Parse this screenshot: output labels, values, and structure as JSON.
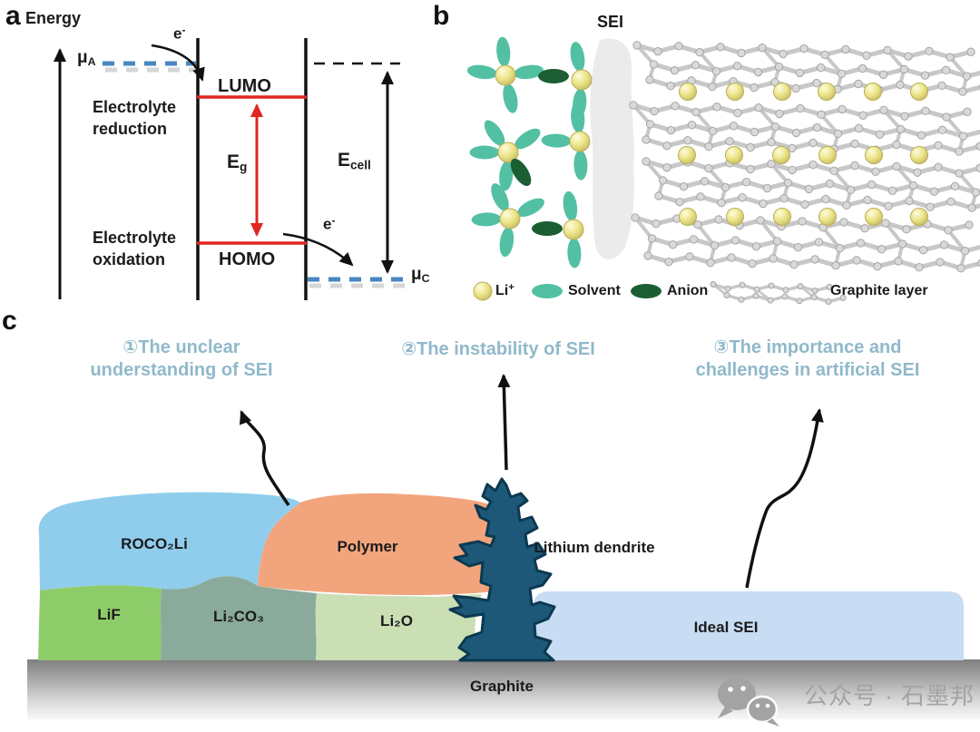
{
  "colors": {
    "red": "#e02621",
    "blue_dashed": "#4a86c2",
    "challenge_text": "#90b9ca",
    "roco2li": "#90cdec",
    "polymer": "#f2a57d",
    "lif": "#8ecc6a",
    "li2co3": "#8aab9c",
    "li2o": "#cadfb4",
    "dendrite": "#1d5878",
    "dendrite_stroke": "#0c3950",
    "ideal_sei": "#c8dcf3",
    "solvent": "#53c0a4",
    "anion": "#1c5e33",
    "li_ion": "#e9e398",
    "sei_blob": "#ebebeb",
    "graphene_bond": "#c8c8c8",
    "graphene_node": "#d9d9d9",
    "watermark": "#a3a3a3"
  },
  "panel_a": {
    "label": "a",
    "energy_axis": "Energy",
    "mu_anode": {
      "base": "μ",
      "sub": "A"
    },
    "mu_cathode": {
      "base": "μ",
      "sub": "C"
    },
    "electron_top": {
      "base": "e",
      "sup": "-"
    },
    "electron_bottom": {
      "base": "e",
      "sup": "-"
    },
    "lumo": "LUMO",
    "homo": "HOMO",
    "band_gap": {
      "base": "E",
      "sub": "g"
    },
    "cell_voltage": {
      "base": "E",
      "sub": "cell"
    },
    "reduction": [
      "Electrolyte",
      "reduction"
    ],
    "oxidation": [
      "Electrolyte",
      "oxidation"
    ]
  },
  "panel_b": {
    "label": "b",
    "sei": "SEI",
    "legend": {
      "li": {
        "base": "Li",
        "sup": "+"
      },
      "solvent": "Solvent",
      "anion": "Anion",
      "graphite_layer": "Graphite layer"
    }
  },
  "panel_c": {
    "label": "c",
    "challenge_1": [
      "①The unclear",
      "understanding of SEI"
    ],
    "challenge_2": "②The instability of SEI",
    "challenge_3": [
      "③The importance and",
      "challenges in artificial SEI"
    ],
    "regions": {
      "roco2li": "ROCO₂Li",
      "polymer": "Polymer",
      "lif": "LiF",
      "li2co3": "Li₂CO₃",
      "li2o": "Li₂O",
      "lithium_dendrite": "Lithium dendrite",
      "ideal_sei": "Ideal SEI",
      "graphite": "Graphite"
    }
  },
  "watermark": {
    "text": "公众号 · 石墨邦"
  }
}
